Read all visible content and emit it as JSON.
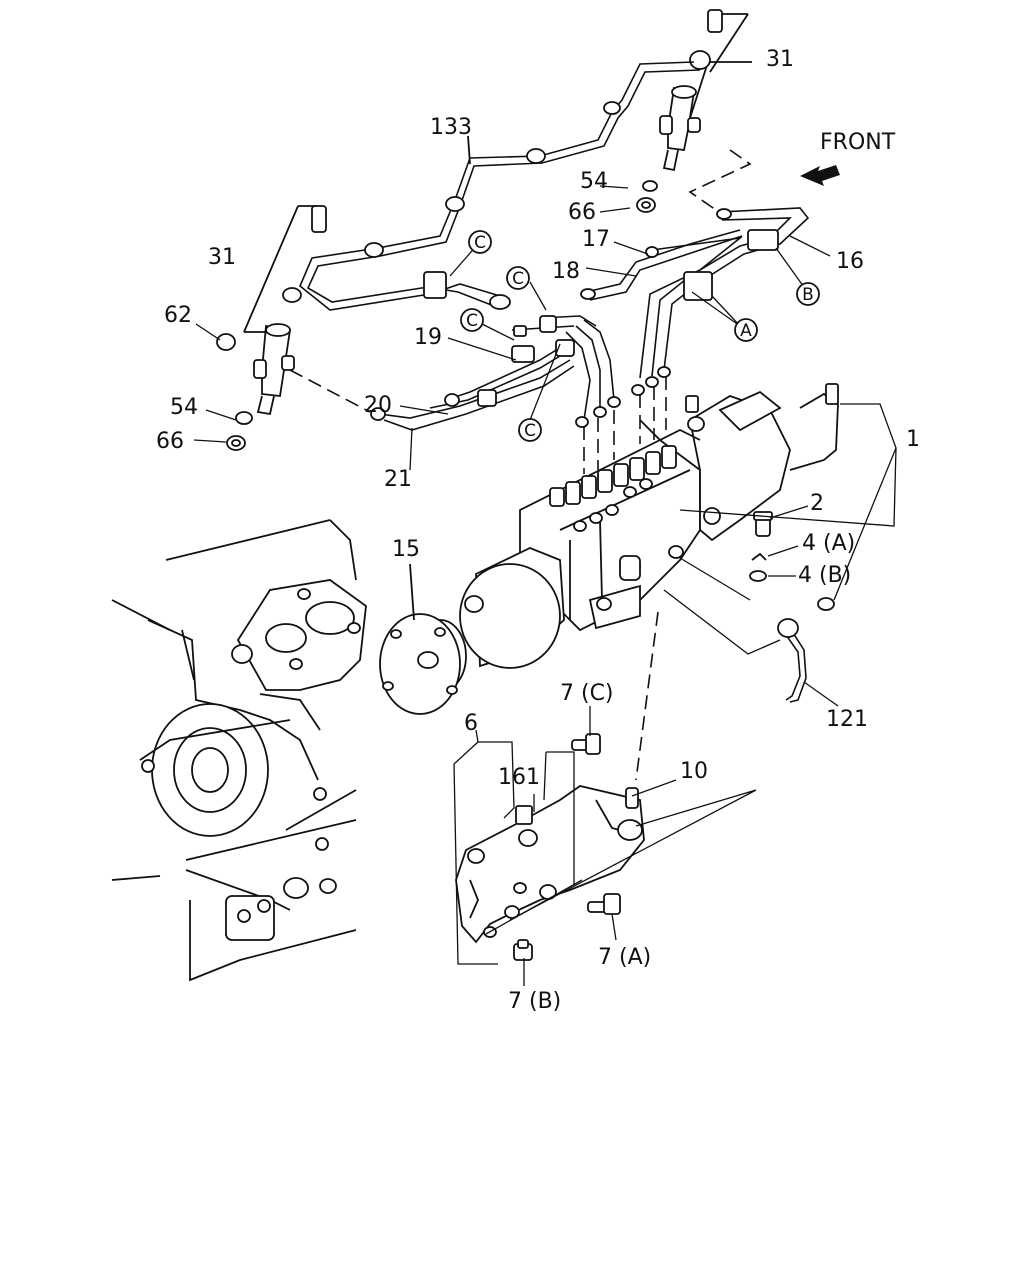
{
  "diagram": {
    "front_label": "FRONT",
    "callouts": [
      {
        "id": "c31a",
        "text": "31"
      },
      {
        "id": "c133",
        "text": "133"
      },
      {
        "id": "c54a",
        "text": "54"
      },
      {
        "id": "c66a",
        "text": "66"
      },
      {
        "id": "c17",
        "text": "17"
      },
      {
        "id": "c18",
        "text": "18"
      },
      {
        "id": "c16",
        "text": "16"
      },
      {
        "id": "c31b",
        "text": "31"
      },
      {
        "id": "c62",
        "text": "62"
      },
      {
        "id": "c19",
        "text": "19"
      },
      {
        "id": "c20",
        "text": "20"
      },
      {
        "id": "c54b",
        "text": "54"
      },
      {
        "id": "c66b",
        "text": "66"
      },
      {
        "id": "c21",
        "text": "21"
      },
      {
        "id": "c1",
        "text": "1"
      },
      {
        "id": "c2",
        "text": "2"
      },
      {
        "id": "c4a",
        "text": "4 (A)"
      },
      {
        "id": "c4b",
        "text": "4 (B)"
      },
      {
        "id": "c15",
        "text": "15"
      },
      {
        "id": "c7c",
        "text": "7 (C)"
      },
      {
        "id": "c121",
        "text": "121"
      },
      {
        "id": "c6",
        "text": "6"
      },
      {
        "id": "c161",
        "text": "161"
      },
      {
        "id": "c10",
        "text": "10"
      },
      {
        "id": "c7a",
        "text": "7 (A)"
      },
      {
        "id": "c7b",
        "text": "7 (B)"
      }
    ],
    "circle_refs": [
      {
        "id": "rC1",
        "text": "C"
      },
      {
        "id": "rC2",
        "text": "C"
      },
      {
        "id": "rC3",
        "text": "C"
      },
      {
        "id": "rC4",
        "text": "C"
      },
      {
        "id": "rB",
        "text": "B"
      },
      {
        "id": "rA",
        "text": "A"
      }
    ]
  }
}
